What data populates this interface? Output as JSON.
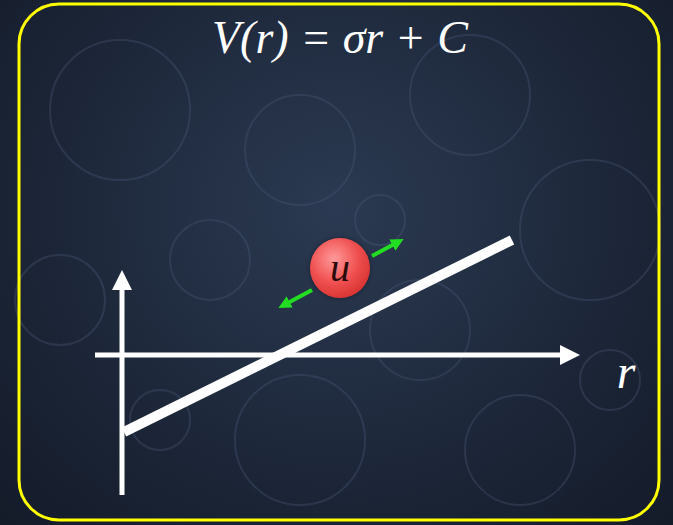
{
  "diagram": {
    "nodes": [
      {
        "text": [
          "u"
        ]
      }
    ],
    "labels": [
      "V(r) = σr + C",
      "r"
    ]
  }
}
